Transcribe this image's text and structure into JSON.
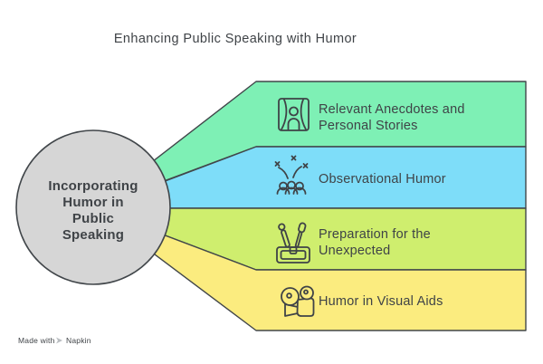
{
  "title": "Enhancing Public Speaking with Humor",
  "center": {
    "label": "Incorporating Humor in Public Speaking",
    "lines": [
      "Incorporating",
      "Humor in",
      "Public",
      "Speaking"
    ]
  },
  "items": [
    {
      "label": "Relevant Anecdotes and Personal Stories",
      "lines": [
        "Relevant Anecdotes and",
        "Personal Stories"
      ],
      "icon": "stage-performer-icon",
      "color": "#7ef0b5"
    },
    {
      "label": "Observational Humor",
      "lines": [
        "Observational Humor"
      ],
      "icon": "laughing-audience-icon",
      "color": "#7eddf9"
    },
    {
      "label": "Preparation for the Unexpected",
      "lines": [
        "Preparation for the",
        "Unexpected"
      ],
      "icon": "toolbox-icon",
      "color": "#cfee6e"
    },
    {
      "label": "Humor in Visual Aids",
      "lines": [
        "Humor in Visual Aids"
      ],
      "icon": "movie-camera-icon",
      "color": "#fbec7f"
    }
  ],
  "theme": {
    "background": "#ffffff",
    "outline": "#41464a",
    "text_color": "#3f4347",
    "circle_fill": "#d6d6d6",
    "watermark_color": "#b9bdc1"
  },
  "watermark": {
    "prefix": "Made with",
    "brand": "Napkin"
  }
}
